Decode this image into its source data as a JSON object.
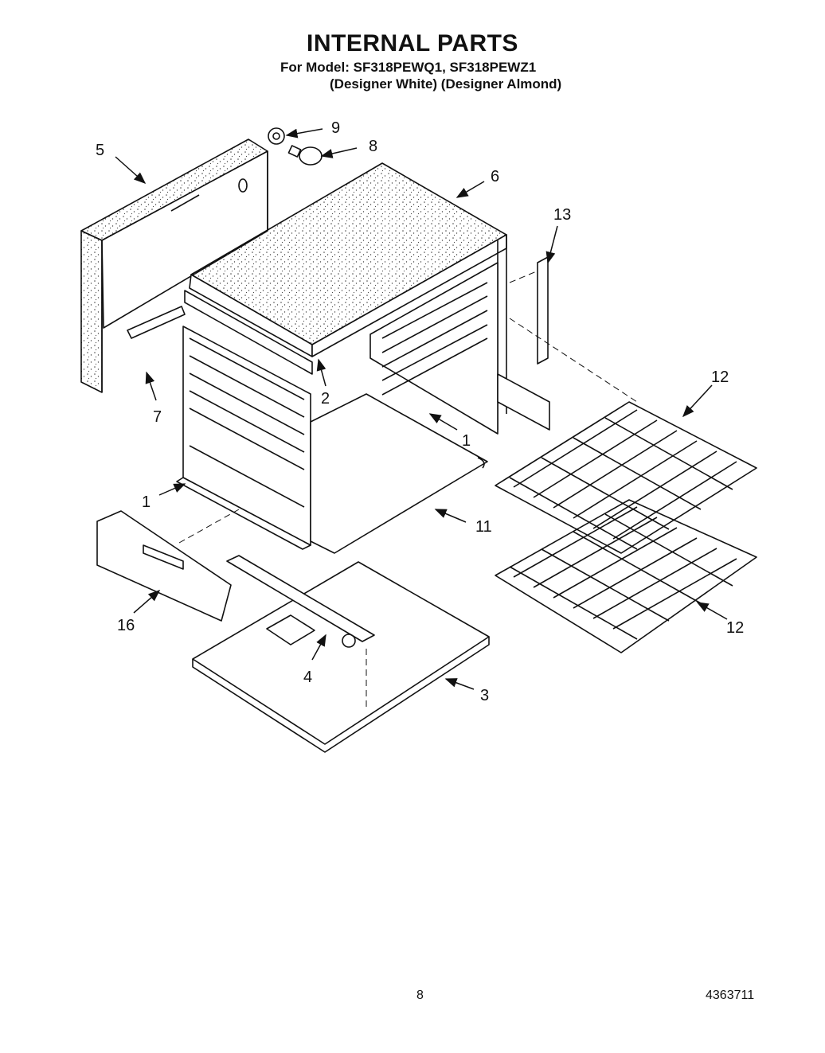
{
  "header": {
    "title": "INTERNAL PARTS",
    "model_line": "For Model: SF318PEWQ1, SF318PEWZ1",
    "variant_line": "(Designer White) (Designer Almond)"
  },
  "callouts": [
    {
      "id": "c9",
      "label": "9"
    },
    {
      "id": "c8",
      "label": "8"
    },
    {
      "id": "c5",
      "label": "5"
    },
    {
      "id": "c6",
      "label": "6"
    },
    {
      "id": "c13",
      "label": "13"
    },
    {
      "id": "c12a",
      "label": "12"
    },
    {
      "id": "c2",
      "label": "2"
    },
    {
      "id": "c7",
      "label": "7"
    },
    {
      "id": "c1a",
      "label": "1"
    },
    {
      "id": "c1b",
      "label": "1"
    },
    {
      "id": "c11",
      "label": "11"
    },
    {
      "id": "c16",
      "label": "16"
    },
    {
      "id": "c4",
      "label": "4"
    },
    {
      "id": "c3",
      "label": "3"
    },
    {
      "id": "c12b",
      "label": "12"
    }
  ],
  "footer": {
    "page_number": "8",
    "document_number": "4363711"
  }
}
